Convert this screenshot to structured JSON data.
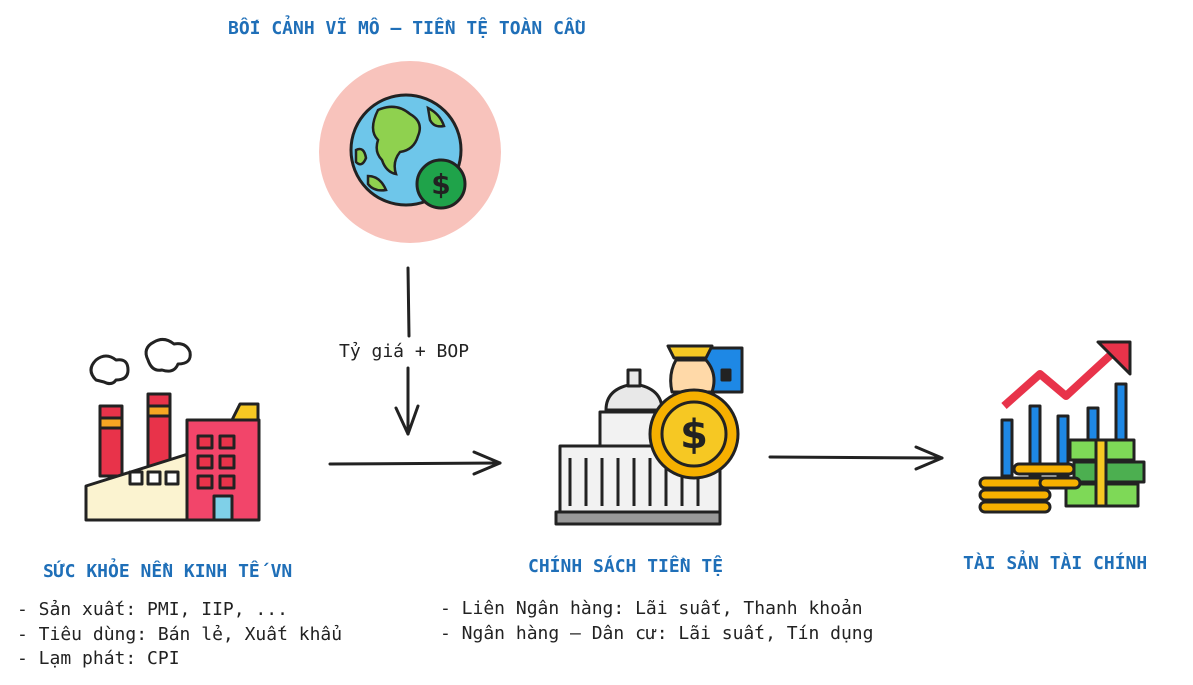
{
  "global": {
    "title": "BỐI CẢNH VĨ MÔ – TIỀN TỆ TOÀN CẦU",
    "icon": "globe-dollar-icon",
    "circle_color": "#f8c3bc"
  },
  "flow_label": "Tỷ giá + BOP",
  "economy": {
    "title": "SỨC KHỎE NỀN KINH TẾ VN",
    "icon": "factory-icon",
    "bullets": [
      "- Sản xuất: PMI, IIP, ...",
      "- Tiêu dùng: Bán lẻ, Xuất khẩu",
      "- Lạm phát: CPI"
    ]
  },
  "policy": {
    "title": "CHÍNH SÁCH TIỀN TỆ",
    "icon": "government-money-bag-icon",
    "bullets": [
      "- Liên Ngân hàng: Lãi suất, Thanh khoản",
      "- Ngân hàng – Dân cư: Lãi suất, Tín dụng"
    ]
  },
  "assets": {
    "title": "TÀI SẢN TÀI CHÍNH",
    "icon": "chart-growth-money-icon"
  },
  "colors": {
    "title_blue": "#1f6fb8",
    "arrow": "#222222"
  }
}
